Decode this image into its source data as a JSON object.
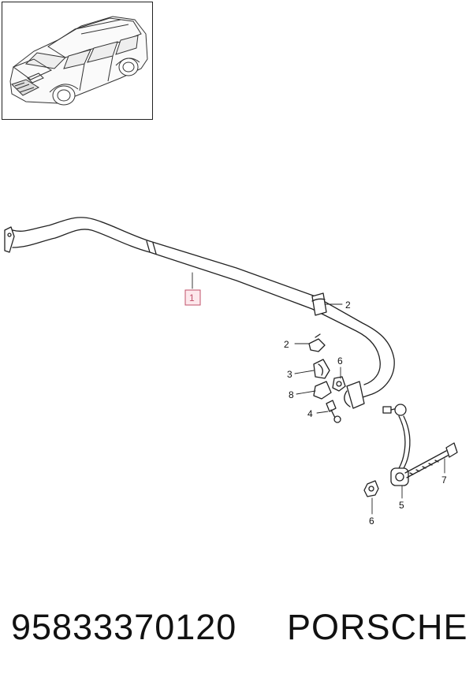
{
  "callouts": {
    "c1": "1",
    "c2a": "2",
    "c2b": "2",
    "c3": "3",
    "c4": "4",
    "c5": "5",
    "c6a": "6",
    "c6b": "6",
    "c7": "7",
    "c8": "8"
  },
  "footer": {
    "part_number": "95833370120",
    "brand": "PORSCHE"
  }
}
